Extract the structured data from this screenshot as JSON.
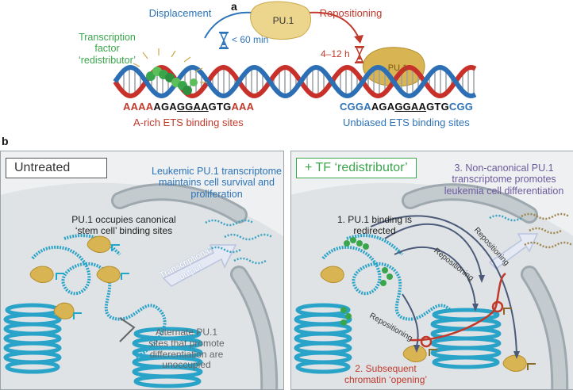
{
  "panel_a": {
    "letter": "a",
    "displacement": "Displacement",
    "displacement_time": "< 60 min",
    "repositioning": "Repositioning",
    "repositioning_time": "4–12 h",
    "pu1_top": "PU.1",
    "pu1_bound": "PU.1",
    "tf_redistributor_lines": [
      "Transcription",
      "factor",
      "‘redistributor’"
    ],
    "seq_left": {
      "a_rich": "AAAA",
      "mid1": "AGA",
      "core": "GGAA",
      "mid2": "GTG",
      "tail": "AAA"
    },
    "seq_right": {
      "head": "CGGA",
      "mid1": "AGA",
      "core": "GGAA",
      "mid2": "GTG",
      "tail": "CGG"
    },
    "left_caption": "A-rich ETS binding sites",
    "right_caption": "Unbiased ETS binding sites"
  },
  "panel_b": {
    "letter": "b",
    "left": {
      "title": "Untreated",
      "top_note": [
        "Leukemic PU.1 transcriptome",
        "maintains cell survival and",
        "proliferation"
      ],
      "occupies": [
        "PU.1 occupies canonical",
        "‘stem cell’ binding sites"
      ],
      "output_label": [
        "Transcriptional",
        "output"
      ],
      "alternate": [
        "Alternate PU.1",
        "sites that promote",
        "differentiation are",
        "unoccupied"
      ]
    },
    "right": {
      "title": "+ TF ‘redistributor’",
      "top_note": [
        "3. Non-canonical PU.1",
        "transcriptome promotes",
        "leukemia cell differentiation"
      ],
      "redirected": [
        "1. PU.1 binding is",
        "redirected"
      ],
      "repositioning_labels": [
        "Repositioning",
        "Repositioning",
        "Repositioning"
      ],
      "opening": [
        "2. Subsequent",
        "chromatin ‘opening’"
      ]
    }
  },
  "colors": {
    "blue": "#2d73b8",
    "red": "#c0392b",
    "green": "#3aa64c",
    "purple": "#6d5a9e",
    "dna_blue": "#2d6fb5",
    "dna_red": "#c8302a",
    "pu1": "#d8b65a",
    "chromatin": "#2aa3c9"
  },
  "icons": [
    "hourglass-icon",
    "dna-helix-icon",
    "pu1-protein-icon",
    "redistributor-molecule-icon",
    "chromatin-coil-icon",
    "transcript-icon",
    "transcription-start-arrow-icon"
  ]
}
